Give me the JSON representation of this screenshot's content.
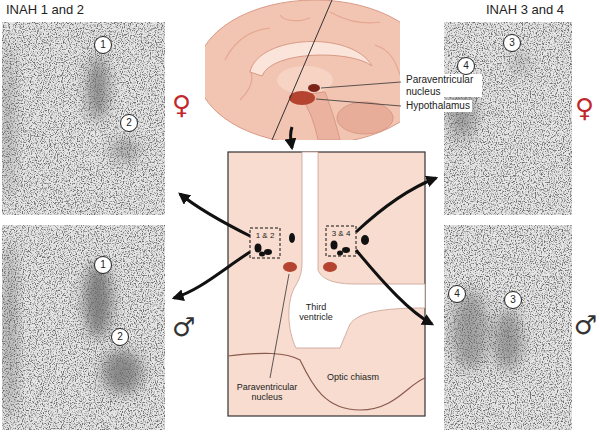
{
  "diagram": {
    "labels": [
      "INAH 1 and 2",
      "INAH 3 and 4",
      "Paraventricular nucleus",
      "Hypothalamus",
      "1",
      "2",
      "♀",
      "3",
      "4",
      "♀",
      "1 & 2",
      "3 & 4",
      "Third ventricle",
      "1",
      "2",
      "♂",
      "4",
      "3",
      "♂",
      "Optic chiasm",
      "Paraventricular nucleus"
    ]
  }
}
